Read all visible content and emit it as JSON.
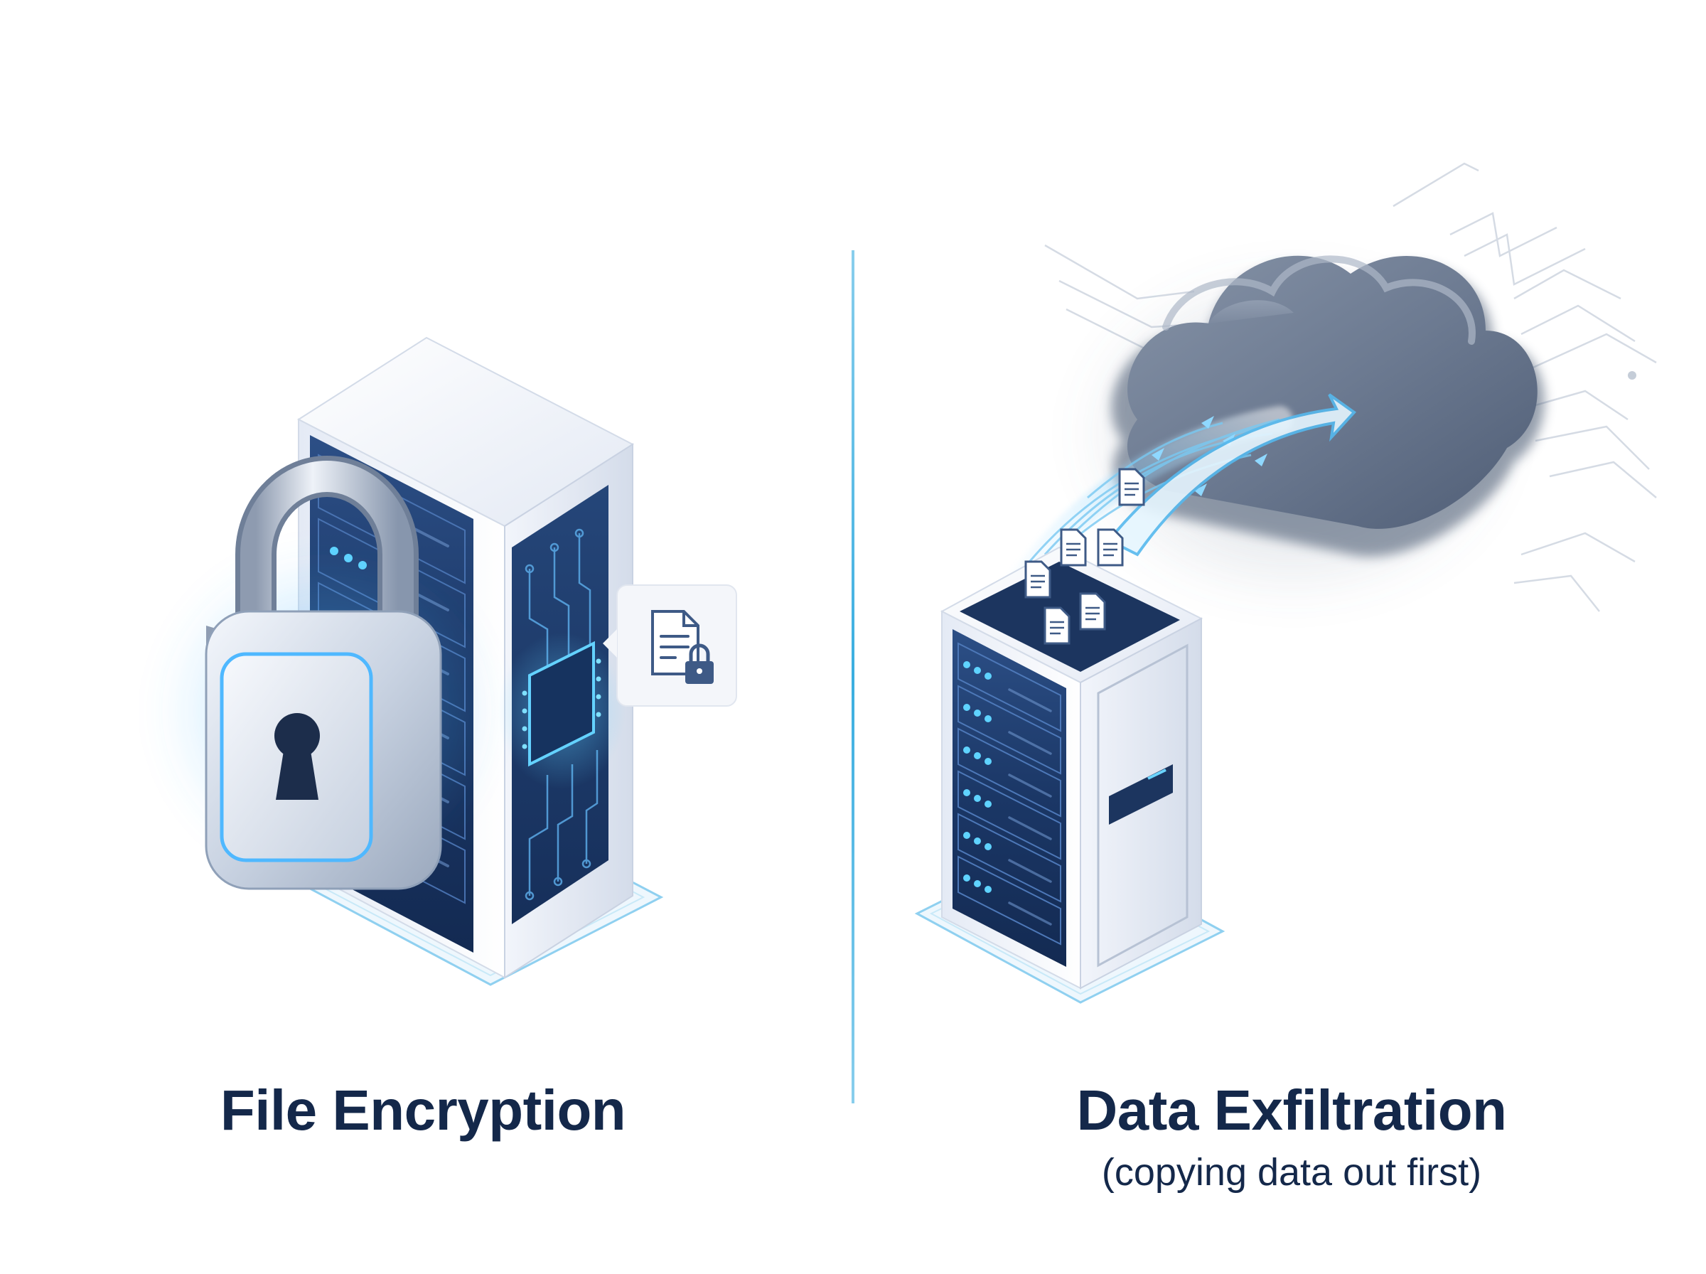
{
  "left_panel": {
    "title": "File Encryption",
    "illustration": {
      "server_icon": "server-rack-icon",
      "lock_icon": "padlock-icon",
      "badge_icon": "locked-document-icon"
    }
  },
  "right_panel": {
    "title": "Data Exfiltration",
    "subtitle": "(copying data out first)",
    "illustration": {
      "server_icon": "server-rack-icon",
      "cloud_icon": "cloud-icon",
      "transfer_icon": "upload-arrow-icon",
      "file_icon": "document-icon"
    }
  },
  "colors": {
    "title_text": "#14284a",
    "accent_blue": "#35a8e8",
    "divider": "#3aaee0",
    "server_panel": "#1d3b6b",
    "cloud_gray": "#6b7b92"
  }
}
